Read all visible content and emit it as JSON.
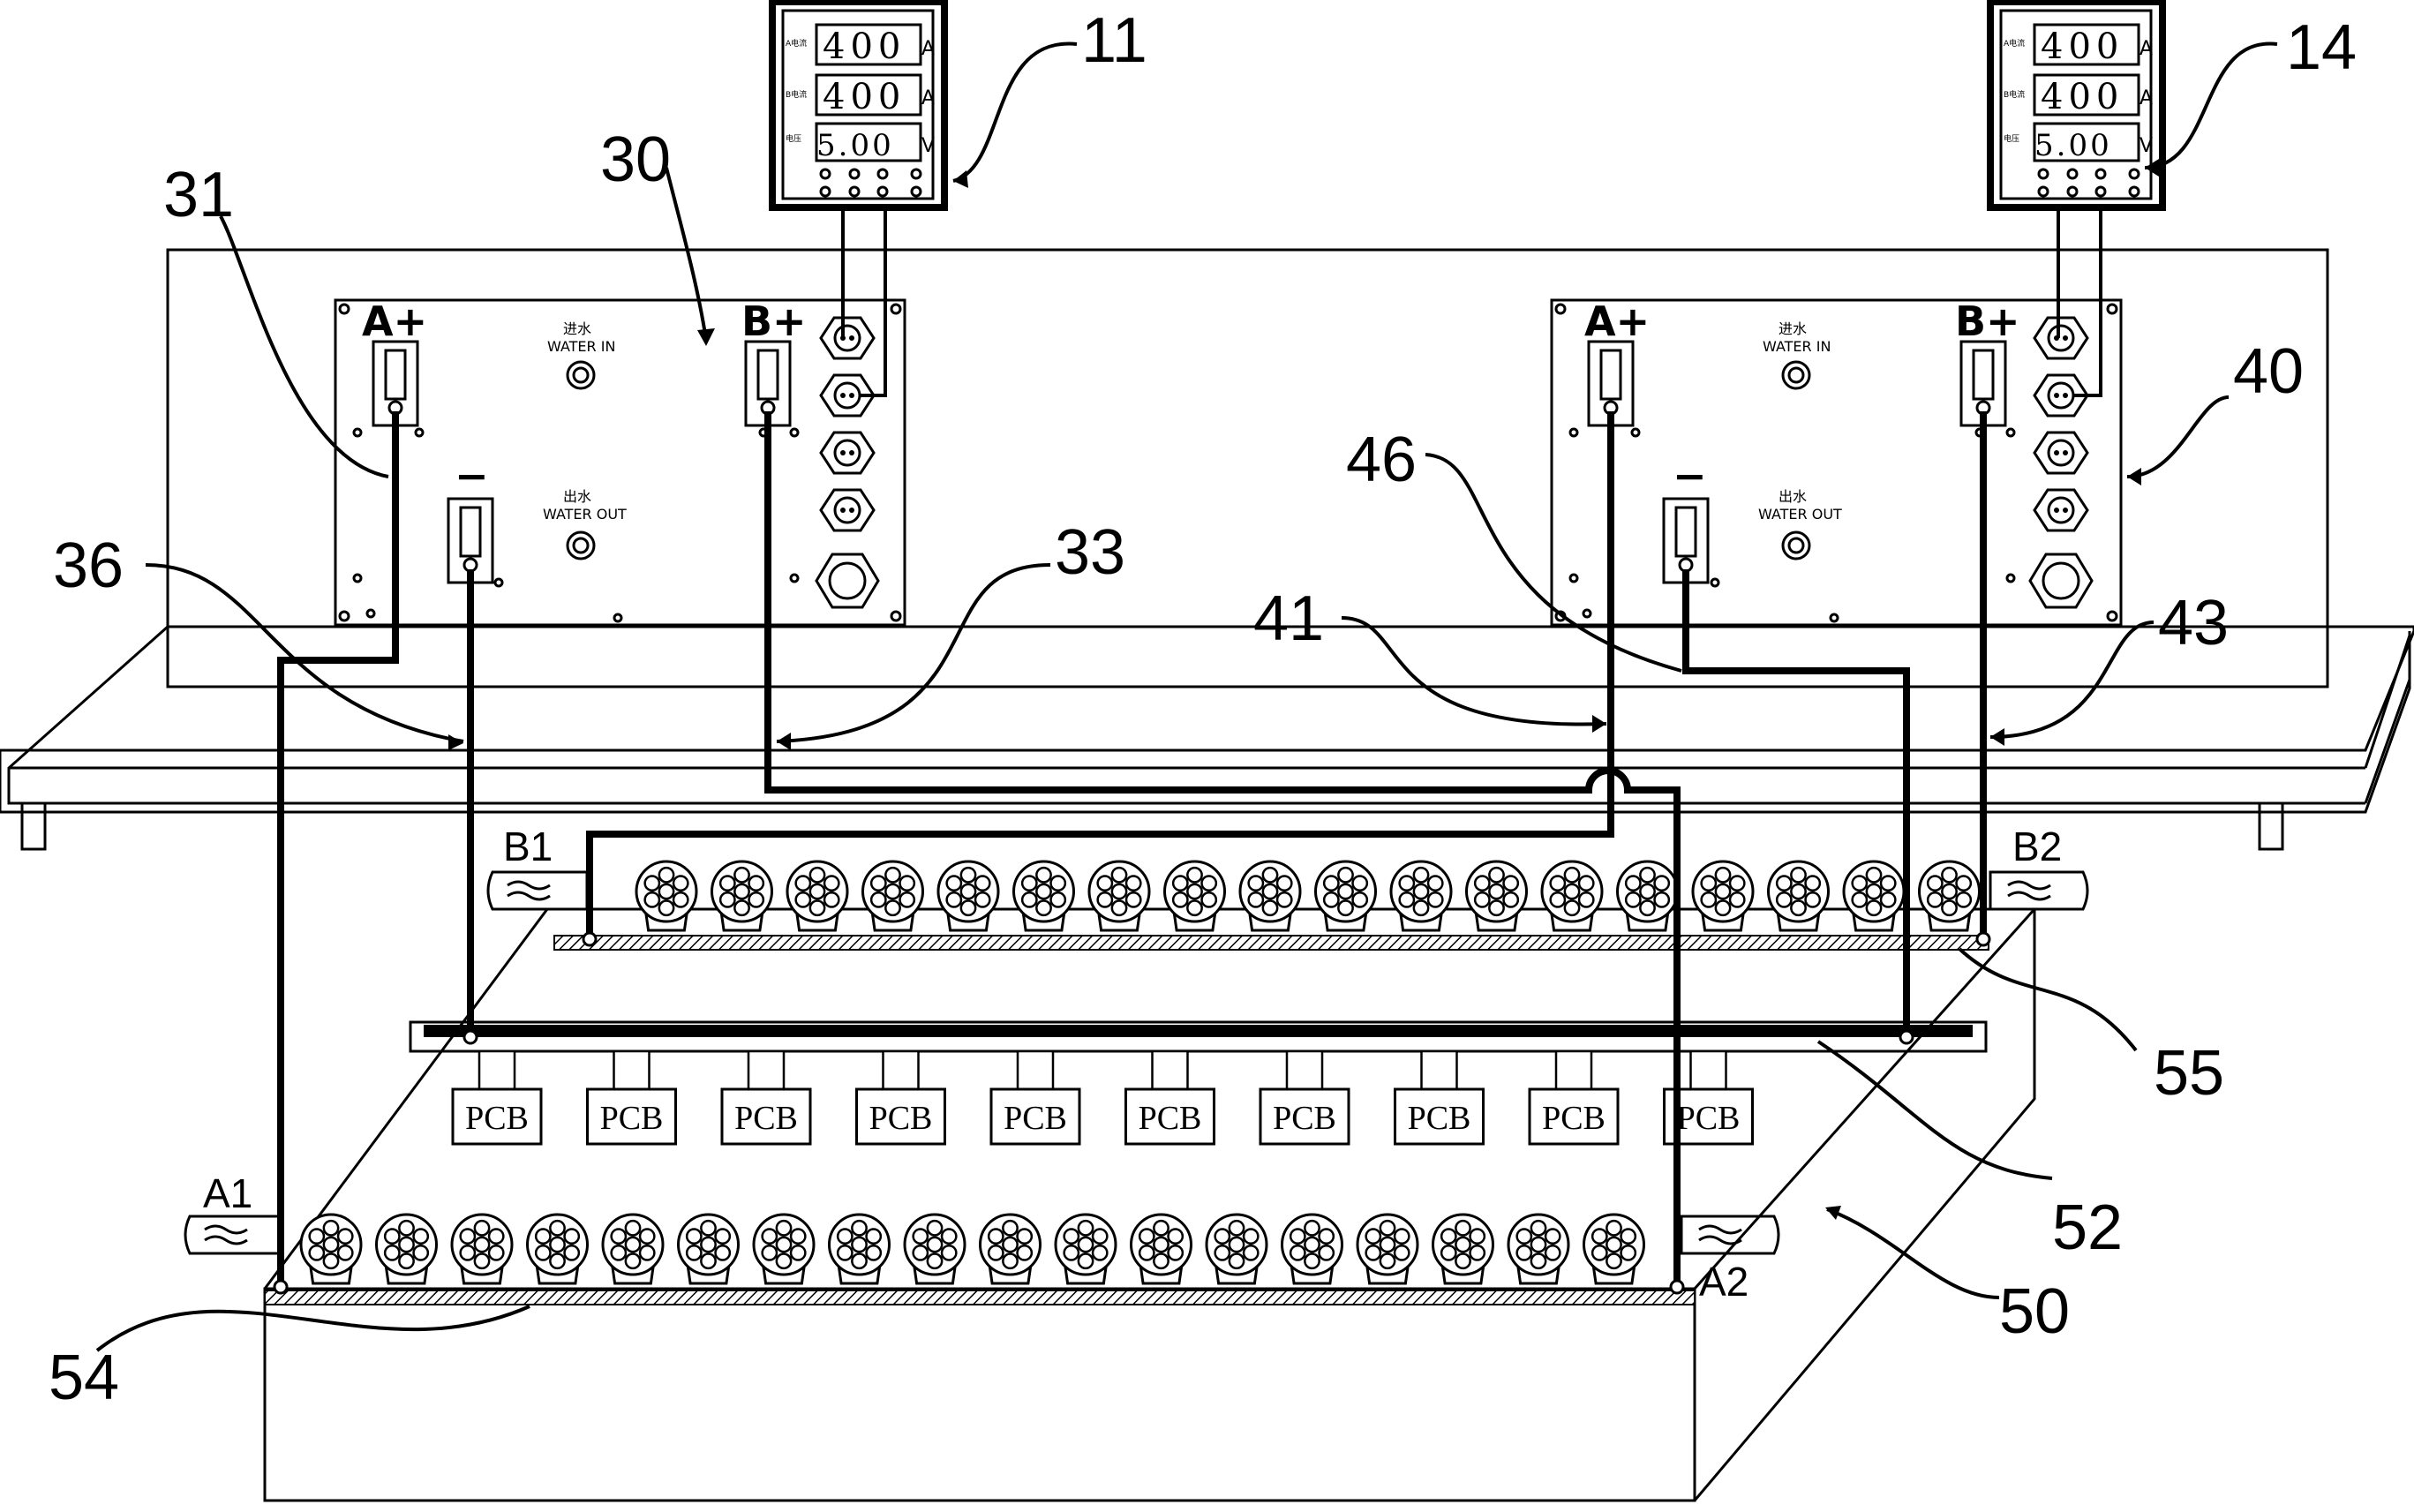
{
  "panels": [
    {
      "id": "left",
      "a_plus": "A+",
      "b_plus": "B+",
      "minus": "−",
      "water_in_cn": "进水",
      "water_in_en": "WATER IN",
      "water_out_cn": "出水",
      "water_out_en": "WATER OUT"
    },
    {
      "id": "right",
      "a_plus": "A+",
      "b_plus": "B+",
      "minus": "−",
      "water_in_cn": "进水",
      "water_in_en": "WATER IN",
      "water_out_cn": "出水",
      "water_out_en": "WATER OUT"
    }
  ],
  "meters": [
    {
      "id": "left",
      "row1": "400",
      "row2": "400",
      "row3": "5.00",
      "unit1": "A",
      "unit2": "A",
      "unit3": "V",
      "label1": "A电流",
      "label2": "B电流",
      "label3": "电压"
    },
    {
      "id": "right",
      "row1": "400",
      "row2": "400",
      "row3": "5.00",
      "unit1": "A",
      "unit2": "A",
      "unit3": "V",
      "label1": "A电流",
      "label2": "B电流",
      "label3": "电压"
    }
  ],
  "terminals": {
    "a1": "A1",
    "a2": "A2",
    "b1": "B1",
    "b2": "B2"
  },
  "pcb_label": "PCB",
  "pcb_count": 10,
  "front_rack_count": 18,
  "back_rack_count": 18,
  "callouts": {
    "n11": "11",
    "n14": "14",
    "n30": "30",
    "n31": "31",
    "n33": "33",
    "n36": "36",
    "n40": "40",
    "n41": "41",
    "n43": "43",
    "n46": "46",
    "n50": "50",
    "n52": "52",
    "n54": "54",
    "n55": "55"
  }
}
